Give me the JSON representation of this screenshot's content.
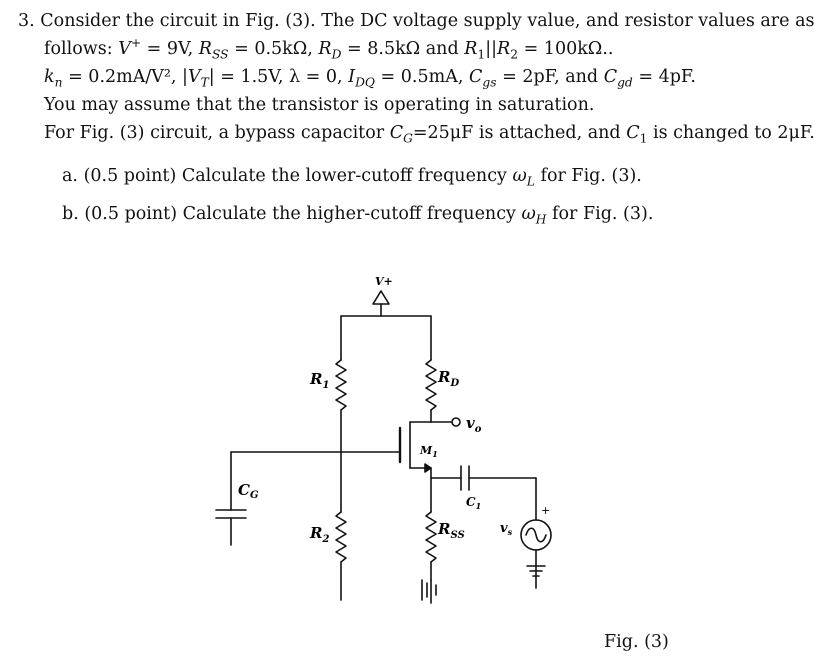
{
  "question": {
    "number": "3.",
    "line1": "Consider the circuit in Fig. (3). The DC voltage supply value, and resistor values are as",
    "line2_prefix": "follows:",
    "vplus_label": "V",
    "vplus_value": "= 9V,",
    "rss_value": "= 0.5kΩ,",
    "rd_value": "= 8.5kΩ and",
    "r12_value": "= 100kΩ..",
    "kn_value": "= 0.2mA/V², |",
    "vt_value": "| = 1.5V,",
    "lambda_value": "λ = 0,",
    "idq_value": "= 0.5mA,",
    "cgs_value": "= 2pF, and",
    "cgd_value": "= 4pF.",
    "line4": "You may assume that the transistor is operating in saturation.",
    "line5_a": "For Fig. (3) circuit, a bypass capacitor",
    "line5_b": "=25μF is attached, and",
    "line5_c": "is changed to 2μF."
  },
  "parts": [
    {
      "label": "a.",
      "text": "(0.5 point) Calculate the lower-cutoff frequency",
      "symbol": "ω",
      "sub": "L",
      "tail": "for Fig. (3)."
    },
    {
      "label": "b.",
      "text": "(0.5 point) Calculate the higher-cutoff frequency",
      "symbol": "ω",
      "sub": "H",
      "tail": "for Fig. (3)."
    }
  ],
  "figure": {
    "caption": "Fig. (3)",
    "labels": {
      "vplus": "V+",
      "r1": "R",
      "r1_sub": "1",
      "r2": "R",
      "r2_sub": "2",
      "rd": "R",
      "rd_sub": "D",
      "rss": "R",
      "rss_sub": "SS",
      "vo": "v",
      "vo_sub": "o",
      "m1": "M",
      "m1_sub": "1",
      "cg": "C",
      "cg_sub": "G",
      "c1": "C",
      "c1_sub": "1",
      "vs": "v",
      "vs_sub": "s",
      "plus": "+"
    }
  }
}
